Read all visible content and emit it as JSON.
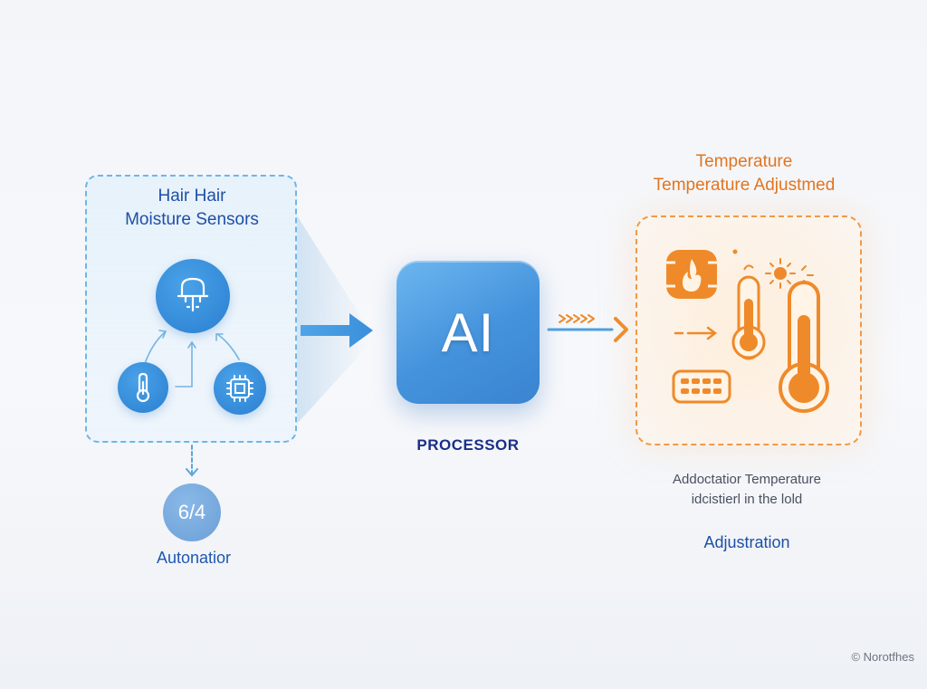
{
  "sensors": {
    "title_line1": "Hair Hair",
    "title_line2": "Moisture Sensors",
    "hub_icon": "hair-sensor-icon",
    "left_icon": "thermometer-icon",
    "right_icon": "chip-icon"
  },
  "automation": {
    "badge": "6/4",
    "label": "Autonatior"
  },
  "processor": {
    "badge": "AI",
    "label": "PROCESSOR"
  },
  "temperature": {
    "title_line1": "Temperature",
    "title_line2": "Temperature Adjustmed",
    "caption_line1": "Addoctatior Temperature",
    "caption_line2": "idcistierl in the lold",
    "label": "Adjustration"
  },
  "footer": {
    "copyright": "© Norotfhes"
  },
  "colors": {
    "blue_primary": "#2a7fd0",
    "blue_text": "#1e4fa6",
    "navy_text": "#1b2f86",
    "orange_primary": "#ef8a2a",
    "orange_text": "#e2751f"
  }
}
